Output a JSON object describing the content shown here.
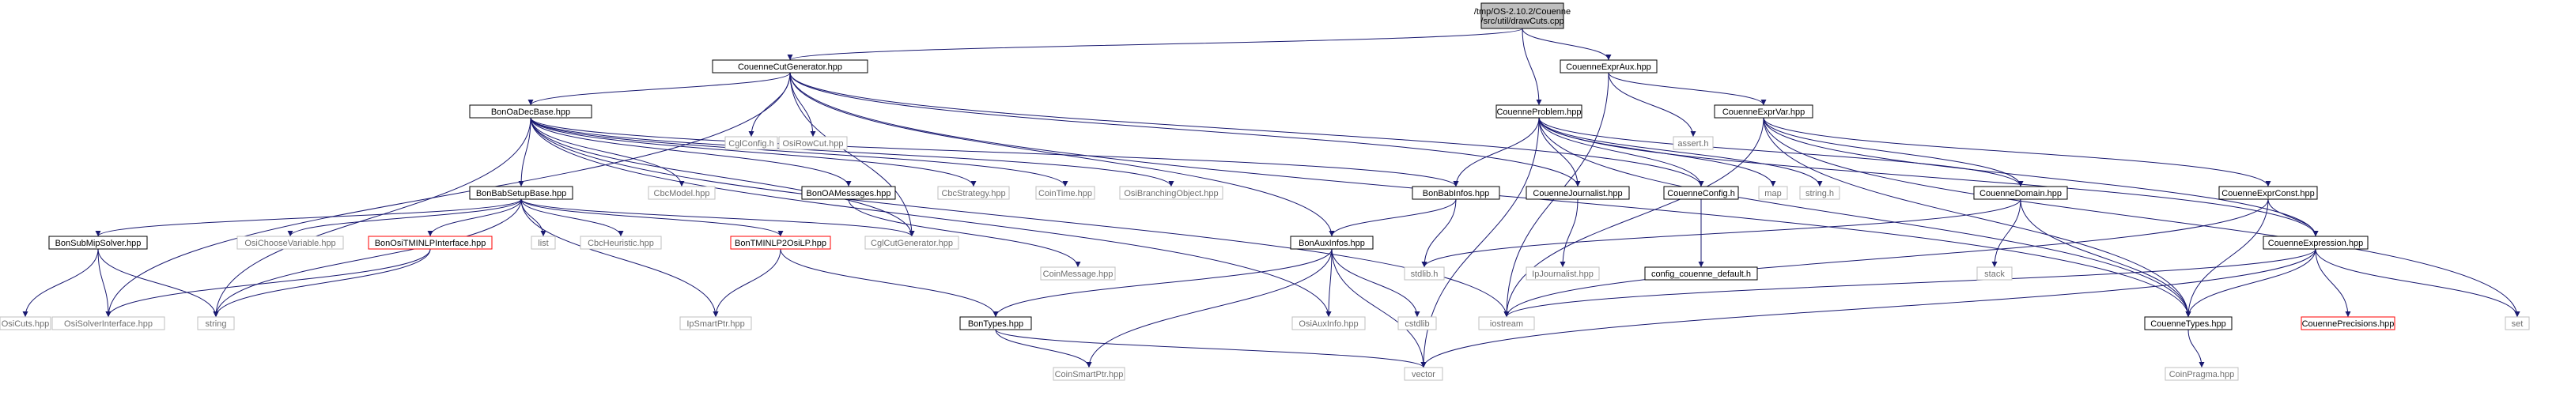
{
  "diagram": {
    "type": "include-dependency-graph",
    "colors": {
      "edge": "#191970",
      "node_border_black": "#000000",
      "node_border_gray": "#bfbfbf",
      "node_border_red": "#ff0000",
      "root_fill": "#bfbfbf",
      "gray_text": "#6f6f6f"
    },
    "nodes": [
      {
        "id": "root",
        "lines": [
          "/tmp/OS-2.10.2/Couenne",
          "/src/util/drawCuts.cpp"
        ],
        "style": "root"
      },
      {
        "id": "cg",
        "lines": [
          "CouenneCutGenerator.hpp"
        ],
        "style": "black"
      },
      {
        "id": "exaux",
        "lines": [
          "CouenneExprAux.hpp"
        ],
        "style": "black"
      },
      {
        "id": "prob",
        "lines": [
          "CouenneProblem.hpp"
        ],
        "style": "black"
      },
      {
        "id": "oadec",
        "lines": [
          "BonOaDecBase.hpp"
        ],
        "style": "black"
      },
      {
        "id": "cglconfig",
        "lines": [
          "CglConfig.h"
        ],
        "style": "gray"
      },
      {
        "id": "osirowcut",
        "lines": [
          "OsiRowCut.hpp"
        ],
        "style": "gray"
      },
      {
        "id": "asserth",
        "lines": [
          "assert.h"
        ],
        "style": "gray"
      },
      {
        "id": "exvar",
        "lines": [
          "CouenneExprVar.hpp"
        ],
        "style": "black"
      },
      {
        "id": "cbcmodel",
        "lines": [
          "CbcModel.hpp"
        ],
        "style": "gray"
      },
      {
        "id": "babsetup",
        "lines": [
          "BonBabSetupBase.hpp"
        ],
        "style": "black"
      },
      {
        "id": "oamsg",
        "lines": [
          "BonOAMessages.hpp"
        ],
        "style": "black"
      },
      {
        "id": "cbcstrat",
        "lines": [
          "CbcStrategy.hpp"
        ],
        "style": "gray"
      },
      {
        "id": "cointime",
        "lines": [
          "CoinTime.hpp"
        ],
        "style": "gray"
      },
      {
        "id": "osibranch",
        "lines": [
          "OsiBranchingObject.hpp"
        ],
        "style": "gray"
      },
      {
        "id": "babinfos",
        "lines": [
          "BonBabInfos.hpp"
        ],
        "style": "black"
      },
      {
        "id": "journalist",
        "lines": [
          "CouenneJournalist.hpp"
        ],
        "style": "black"
      },
      {
        "id": "config",
        "lines": [
          "CouenneConfig.h"
        ],
        "style": "black"
      },
      {
        "id": "map",
        "lines": [
          "map"
        ],
        "style": "gray"
      },
      {
        "id": "stringh",
        "lines": [
          "string.h"
        ],
        "style": "gray"
      },
      {
        "id": "domain",
        "lines": [
          "CouenneDomain.hpp"
        ],
        "style": "black"
      },
      {
        "id": "exconst",
        "lines": [
          "CouenneExprConst.hpp"
        ],
        "style": "black"
      },
      {
        "id": "submip",
        "lines": [
          "BonSubMipSolver.hpp"
        ],
        "style": "black"
      },
      {
        "id": "osichoose",
        "lines": [
          "OsiChooseVariable.hpp"
        ],
        "style": "gray"
      },
      {
        "id": "ositminlp",
        "lines": [
          "BonOsiTMINLPInterface.hpp"
        ],
        "style": "red"
      },
      {
        "id": "list",
        "lines": [
          "list"
        ],
        "style": "gray"
      },
      {
        "id": "cbcheur",
        "lines": [
          "CbcHeuristic.hpp"
        ],
        "style": "gray"
      },
      {
        "id": "tminlp2osi",
        "lines": [
          "BonTMINLP2OsiLP.hpp"
        ],
        "style": "red"
      },
      {
        "id": "cglcutgen",
        "lines": [
          "CglCutGenerator.hpp"
        ],
        "style": "gray"
      },
      {
        "id": "coinmsg",
        "lines": [
          "CoinMessage.hpp"
        ],
        "style": "gray"
      },
      {
        "id": "auxinfos",
        "lines": [
          "BonAuxInfos.hpp"
        ],
        "style": "black"
      },
      {
        "id": "stdlibh",
        "lines": [
          "stdlib.h"
        ],
        "style": "gray"
      },
      {
        "id": "ipjournalist",
        "lines": [
          "IpJournalist.hpp"
        ],
        "style": "gray"
      },
      {
        "id": "configdefault",
        "lines": [
          "config_couenne_default.h"
        ],
        "style": "black"
      },
      {
        "id": "stack",
        "lines": [
          "stack"
        ],
        "style": "gray"
      },
      {
        "id": "expression",
        "lines": [
          "CouenneExpression.hpp"
        ],
        "style": "black"
      },
      {
        "id": "osicuts",
        "lines": [
          "OsiCuts.hpp"
        ],
        "style": "gray"
      },
      {
        "id": "osisolver",
        "lines": [
          "OsiSolverInterface.hpp"
        ],
        "style": "gray"
      },
      {
        "id": "string",
        "lines": [
          "string"
        ],
        "style": "gray"
      },
      {
        "id": "ipsmart",
        "lines": [
          "IpSmartPtr.hpp"
        ],
        "style": "gray"
      },
      {
        "id": "bontypes",
        "lines": [
          "BonTypes.hpp"
        ],
        "style": "black"
      },
      {
        "id": "osiauxinfo",
        "lines": [
          "OsiAuxInfo.hpp"
        ],
        "style": "gray"
      },
      {
        "id": "cstdlib",
        "lines": [
          "cstdlib"
        ],
        "style": "gray"
      },
      {
        "id": "iostream",
        "lines": [
          "iostream"
        ],
        "style": "gray"
      },
      {
        "id": "ctypes",
        "lines": [
          "CouenneTypes.hpp"
        ],
        "style": "black"
      },
      {
        "id": "precisions",
        "lines": [
          "CouennePrecisions.hpp"
        ],
        "style": "red"
      },
      {
        "id": "set",
        "lines": [
          "set"
        ],
        "style": "gray"
      },
      {
        "id": "coinsmart",
        "lines": [
          "CoinSmartPtr.hpp"
        ],
        "style": "gray"
      },
      {
        "id": "vector",
        "lines": [
          "vector"
        ],
        "style": "gray"
      },
      {
        "id": "coinpragma",
        "lines": [
          "CoinPragma.hpp"
        ],
        "style": "gray"
      }
    ],
    "edges": [
      [
        "root",
        "cg"
      ],
      [
        "root",
        "prob"
      ],
      [
        "root",
        "exaux"
      ],
      [
        "cg",
        "oadec"
      ],
      [
        "cg",
        "cglconfig"
      ],
      [
        "cg",
        "osirowcut"
      ],
      [
        "cg",
        "journalist"
      ],
      [
        "cg",
        "config"
      ],
      [
        "cg",
        "auxinfos"
      ],
      [
        "cg",
        "ctypes"
      ],
      [
        "cg",
        "cglcutgen"
      ],
      [
        "cg",
        "osisolver"
      ],
      [
        "exaux",
        "iostream"
      ],
      [
        "exaux",
        "asserth"
      ],
      [
        "exaux",
        "exvar"
      ],
      [
        "prob",
        "journalist"
      ],
      [
        "prob",
        "config"
      ],
      [
        "prob",
        "map"
      ],
      [
        "prob",
        "stringh"
      ],
      [
        "prob",
        "domain"
      ],
      [
        "prob",
        "babinfos"
      ],
      [
        "prob",
        "expression"
      ],
      [
        "prob",
        "ctypes"
      ],
      [
        "prob",
        "vector"
      ],
      [
        "oadec",
        "cbcmodel"
      ],
      [
        "oadec",
        "babsetup"
      ],
      [
        "oadec",
        "oamsg"
      ],
      [
        "oadec",
        "cbcstrat"
      ],
      [
        "oadec",
        "cointime"
      ],
      [
        "oadec",
        "osibranch"
      ],
      [
        "oadec",
        "babinfos"
      ],
      [
        "oadec",
        "cglcutgen"
      ],
      [
        "oadec",
        "osiauxinfo"
      ],
      [
        "oadec",
        "string"
      ],
      [
        "oadec",
        "iostream"
      ],
      [
        "exvar",
        "domain"
      ],
      [
        "exvar",
        "exconst"
      ],
      [
        "exvar",
        "expression"
      ],
      [
        "exvar",
        "ctypes"
      ],
      [
        "exvar",
        "iostream"
      ],
      [
        "exvar",
        "set"
      ],
      [
        "babsetup",
        "submip"
      ],
      [
        "babsetup",
        "osichoose"
      ],
      [
        "babsetup",
        "ositminlp"
      ],
      [
        "babsetup",
        "list"
      ],
      [
        "babsetup",
        "cbcheur"
      ],
      [
        "babsetup",
        "tminlp2osi"
      ],
      [
        "babsetup",
        "cglcutgen"
      ],
      [
        "babsetup",
        "ipsmart"
      ],
      [
        "babsetup",
        "string"
      ],
      [
        "oamsg",
        "coinmsg"
      ],
      [
        "babinfos",
        "auxinfos"
      ],
      [
        "babinfos",
        "stdlibh"
      ],
      [
        "journalist",
        "ipjournalist"
      ],
      [
        "config",
        "configdefault"
      ],
      [
        "domain",
        "stdlibh"
      ],
      [
        "domain",
        "stack"
      ],
      [
        "domain",
        "ctypes"
      ],
      [
        "exconst",
        "expression"
      ],
      [
        "exconst",
        "ctypes"
      ],
      [
        "exconst",
        "iostream"
      ],
      [
        "submip",
        "osicuts"
      ],
      [
        "submip",
        "osisolver"
      ],
      [
        "submip",
        "string"
      ],
      [
        "ositminlp",
        "osisolver"
      ],
      [
        "ositminlp",
        "string"
      ],
      [
        "tminlp2osi",
        "ipsmart"
      ],
      [
        "tminlp2osi",
        "bontypes"
      ],
      [
        "auxinfos",
        "bontypes"
      ],
      [
        "auxinfos",
        "osiauxinfo"
      ],
      [
        "auxinfos",
        "cstdlib"
      ],
      [
        "auxinfos",
        "coinsmart"
      ],
      [
        "auxinfos",
        "vector"
      ],
      [
        "expression",
        "iostream"
      ],
      [
        "expression",
        "ctypes"
      ],
      [
        "expression",
        "precisions"
      ],
      [
        "expression",
        "set"
      ],
      [
        "expression",
        "vector"
      ],
      [
        "bontypes",
        "vector"
      ],
      [
        "bontypes",
        "coinsmart"
      ],
      [
        "ctypes",
        "coinpragma"
      ]
    ]
  }
}
